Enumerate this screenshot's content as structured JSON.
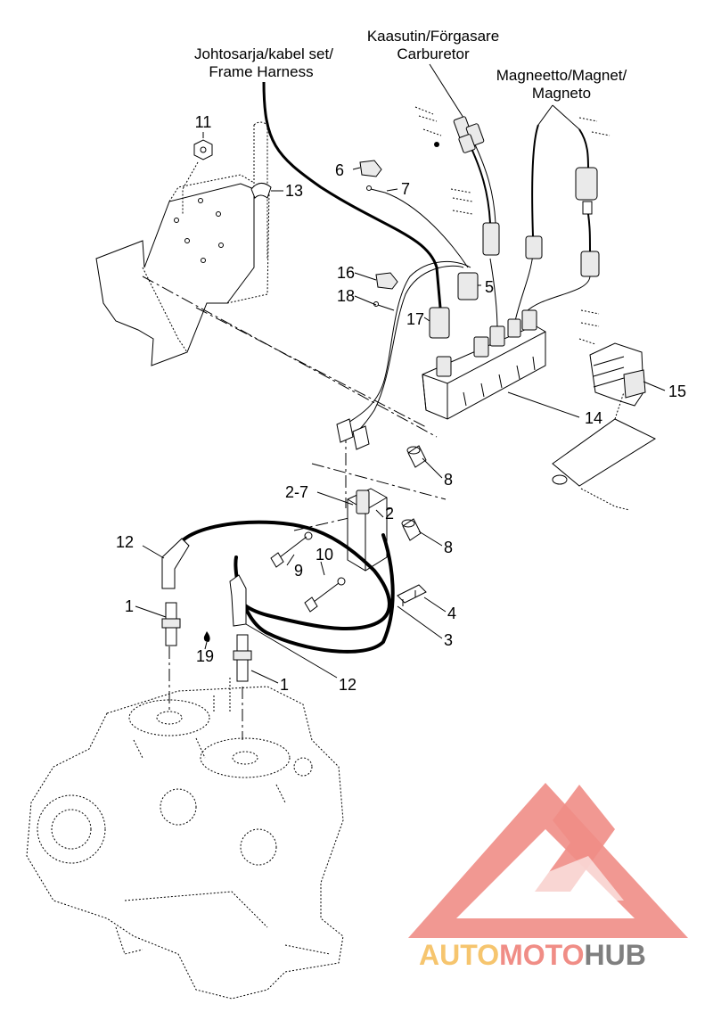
{
  "labels": {
    "frame_harness": [
      "Johtosarja/kabel set/",
      "Frame Harness"
    ],
    "carburetor": [
      "Kaasutin/Förgasare",
      "Carburetor"
    ],
    "magneto": [
      "Magneetto/Magnet/",
      "Magneto"
    ]
  },
  "callouts": {
    "p11": "11",
    "p13": "13",
    "p6": "6",
    "p7": "7",
    "p16": "16",
    "p5": "5",
    "p18": "18",
    "p17": "17",
    "p14": "14",
    "p15": "15",
    "p8a": "8",
    "p8b": "8",
    "p27": "2-7",
    "p2": "2",
    "p12a": "12",
    "p9": "9",
    "p10": "10",
    "p4": "4",
    "p1a": "1",
    "p19": "19",
    "p3": "3",
    "p1b": "1",
    "p12b": "12"
  },
  "watermark": {
    "part1": "AUTO",
    "part2": "MOTO",
    "part3": "HUB",
    "color_red": "#f08d86",
    "color_orange": "#f6c56e",
    "color_gray": "#7f7f7f"
  }
}
